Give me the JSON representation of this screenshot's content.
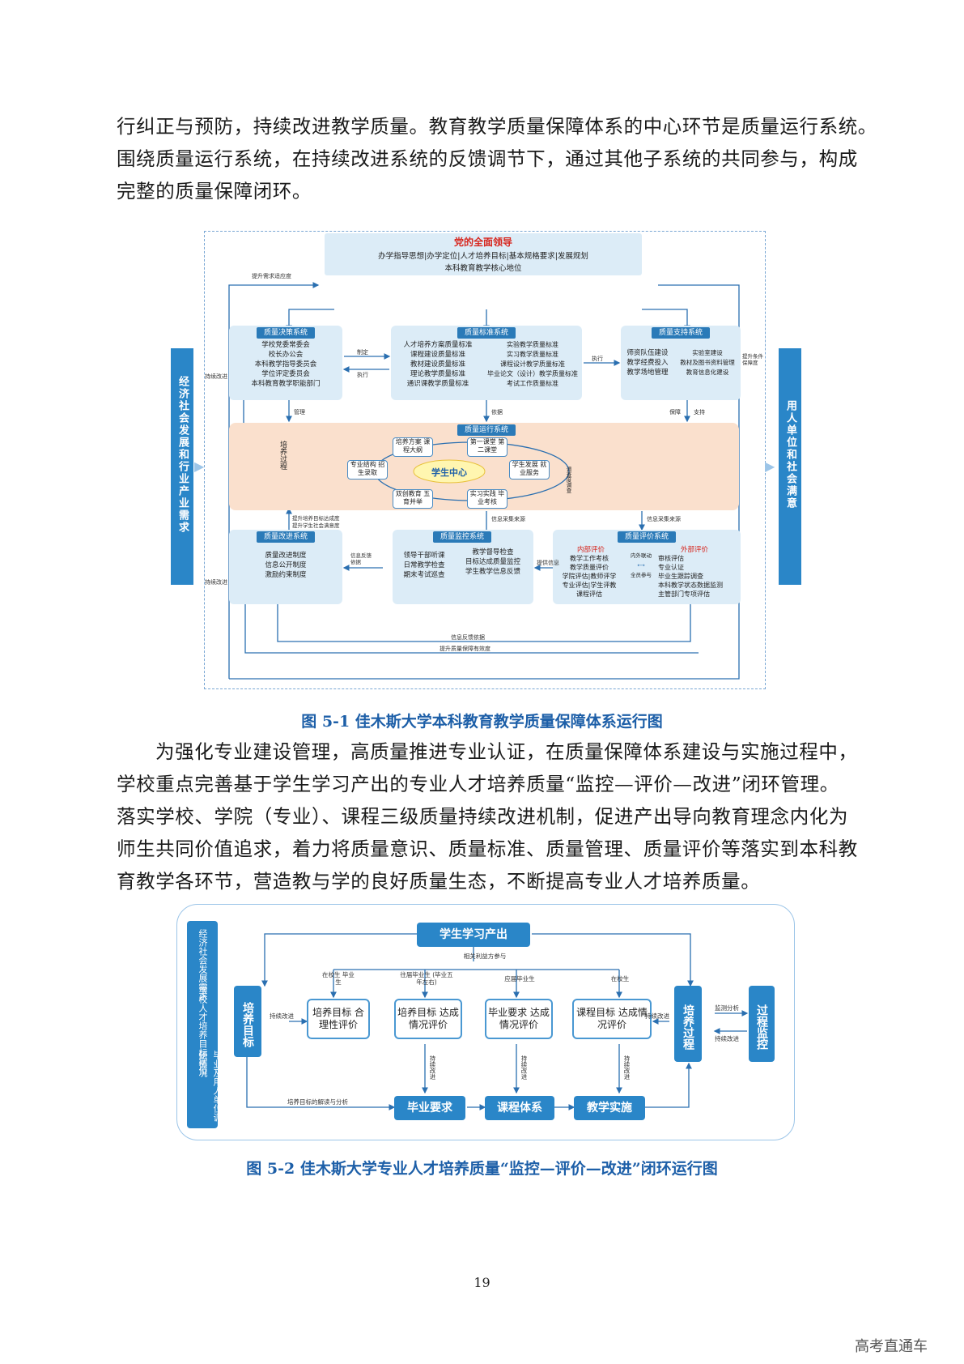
{
  "intro_paragraph": [
    "行纠正与预防，持续改进教学质量。教育教学质量保障体系的中心环节是质量运行系统。",
    "围绕质量运行系统，在持续改进系统的反馈调节下，通过其他子系统的共同参与，构成",
    "完整的质量保障闭环。"
  ],
  "figure1": {
    "caption": "图 5-1  佳木斯大学本科教育教学质量保障体系运行图",
    "leadership": {
      "title": "党的全面领导",
      "line1": "办学指导思想|办学定位|人才培养目标|基本规格要求|发展规划",
      "line2": "本科教育教学核心地位"
    },
    "left_bar": "经济社会发展和行业产业需求",
    "right_bar": "用人单位和社会满意",
    "decision": {
      "title": "质量决策系统",
      "items": [
        "学校党委常委会",
        "校长办公会",
        "本科教学指导委员会",
        "学位评定委员会",
        "本科教育教学职能部门"
      ]
    },
    "standard": {
      "title": "质量标准系统",
      "left": [
        "人才培养方案质量标准",
        "课程建设质量标准",
        "教材建设质量标准",
        "理论教学质量标准",
        "通识课教学质量标准"
      ],
      "right": [
        "实验教学质量标准",
        "实习教学质量标准",
        "课程设计教学质量标准",
        "毕业论文（设计）教学质量标准",
        "考试工作质量标准"
      ]
    },
    "support": {
      "title": "质量支持系统",
      "left": [
        "师资队伍建设",
        "教学经费投入",
        "教学场地管理"
      ],
      "right": [
        "实验室建设",
        "教材及图书资料管理",
        "教育信息化建设"
      ]
    },
    "operation": {
      "title": "质量运行系统",
      "side_label": "培养过程",
      "center": "学生中心",
      "nodes": [
        "培养方案 课程大纲",
        "第一课堂 第二课堂",
        "学生发展 就业服务",
        "实习实践 毕业考核",
        "双创教育 五育并举",
        "专业结构 招生录取"
      ],
      "right_label": "调查度调查"
    },
    "improve": {
      "title": "质量改进系统",
      "items": [
        "质量改进制度",
        "信息公开制度",
        "激励约束制度"
      ]
    },
    "monitor": {
      "title": "质量监控系统",
      "left": [
        "领导干部听课",
        "日常教学检查",
        "期末考试巡查"
      ],
      "right": [
        "教学督导检查",
        "目标达成质量监控",
        "学生教学信息反馈"
      ]
    },
    "evaluate": {
      "title": "质量评价系统",
      "internal_title": "内部评价",
      "internal": [
        "教学工作考核",
        "教学质量评价",
        "学院评估|教师评学",
        "专业评估|学生评教",
        "课程评估"
      ],
      "link1": "内外联动",
      "link2": "全员参与",
      "external_title": "外部评价",
      "external": [
        "审核评估",
        "专业认证",
        "毕业生跟踪调查",
        "本科教学状态数据监测",
        "主管部门专项评估"
      ]
    },
    "labels": {
      "top_left": "提升需求适应度",
      "continuous1": "持续改进",
      "continuous2": "持续改进",
      "make": "制定",
      "execute": "执行",
      "execute2": "执行",
      "manage": "管理",
      "basis": "依据",
      "guarantee": "保障",
      "support": "支持",
      "raise_cond": "提升条件保障度",
      "raise_goal": "提升培养目标达成度",
      "raise_social": "提升学生社会满意度",
      "info_source1": "信息采集来源",
      "info_source2": "信息采集来源",
      "info_feedback": "信息反馈依据",
      "provide_info": "提供信息",
      "feedback_basis": "信息反馈依据",
      "raise_effect": "提升质量保障有效度"
    }
  },
  "middle_paragraph": [
    "为强化专业建设管理，高质量推进专业认证，在质量保障体系建设与实施过程中，",
    "学校重点完善基于学生学习产出的专业人才培养质量“监控—评价—改进”闭环管理。",
    "落实学校、学院（专业）、课程三级质量持续改进机制，促进产出导向教育理念内化为",
    "师生共同价值追求，着力将质量意识、质量标准、质量管理、质量评价等落实到本科教",
    "育教学各环节，营造教与学的良好质量生态，不断提高专业人才培养质量。"
  ],
  "figure2": {
    "caption": "图 5-2  佳木斯大学专业人才培养质量“监控—评价—改进”闭环运行图",
    "left_panel": [
      "经济社会发展需求",
      "学校人才培养目标定位",
      "毕业及用人单位调研情况"
    ],
    "top": "学生学习产出",
    "stakeholders": "相关利益方参与",
    "goal": "培养目标",
    "process": "培养过程",
    "monitor": "过程监控",
    "groups": [
      "在校生 毕业生",
      "往届毕业生 (毕业五年左右)",
      "应届毕业生",
      "在校生"
    ],
    "evals": [
      "培养目标 合理性评价",
      "培养目标 达成情况评价",
      "毕业要求 达成情况评价",
      "课程目标 达成情况评价"
    ],
    "bottom": [
      "毕业要求",
      "课程体系",
      "教学实施"
    ],
    "continuous": "持续改进",
    "monitor_analysis": "监测分析",
    "goal_decode": "培养目标的解读与分析"
  },
  "page_number": "19",
  "watermark": "高考直通车"
}
